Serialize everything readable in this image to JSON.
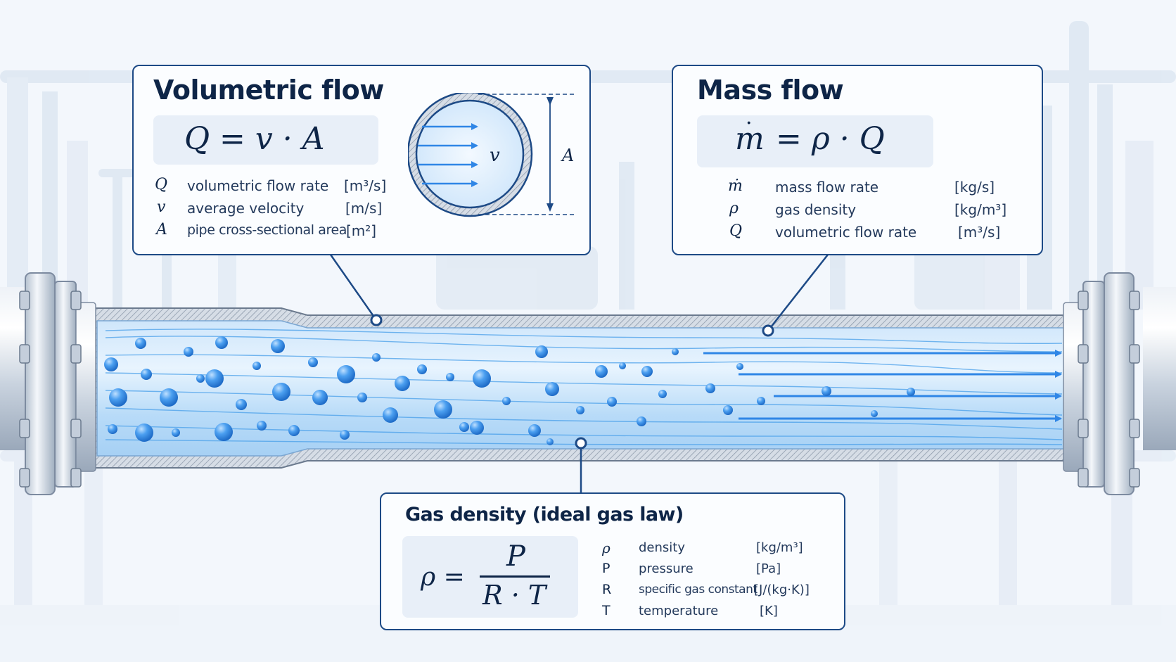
{
  "volumetric": {
    "title": "Volumetric flow",
    "equation": "Q = v · A",
    "vars": [
      {
        "sym": "Q",
        "desc": "volumetric flow rate",
        "unit": "[m³/s]"
      },
      {
        "sym": "v",
        "desc": "average velocity",
        "unit": "[m/s]"
      },
      {
        "sym": "A",
        "desc": "pipe cross-sectional area",
        "unit": "[m²]"
      }
    ],
    "diagram": {
      "velocity_label": "v",
      "area_label": "A"
    }
  },
  "mass": {
    "title": "Mass flow",
    "equation_lhs": "m",
    "equation_rhs": "= ρ · Q",
    "vars": [
      {
        "sym": "ṁ",
        "desc": "mass flow rate",
        "unit": "[kg/s]"
      },
      {
        "sym": "ρ",
        "desc": "gas density",
        "unit": "[kg/m³]"
      },
      {
        "sym": "Q",
        "desc": "volumetric flow rate",
        "unit": "[m³/s]"
      }
    ]
  },
  "density": {
    "title": "Gas density (ideal gas law)",
    "lhs": "ρ =",
    "numerator": "P",
    "denominator": "R · T",
    "vars": [
      {
        "sym": "ρ",
        "desc": "density",
        "unit": "[kg/m³]"
      },
      {
        "sym": "P",
        "desc": "pressure",
        "unit": "[Pa]"
      },
      {
        "sym": "R",
        "desc": "specific gas constant",
        "unit": "[J/(kg·K)]"
      },
      {
        "sym": "T",
        "desc": "temperature",
        "unit": "[K]"
      }
    ]
  },
  "colors": {
    "navy": "#0e2547",
    "border": "#1d4a86",
    "flow_blue": "#3d8ee6",
    "pipe_steel": "#c9d3df",
    "background": "#f3f7fc",
    "skyline": "#dce6f2"
  }
}
